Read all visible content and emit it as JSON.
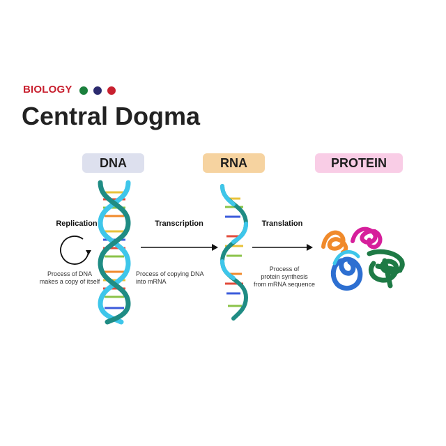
{
  "header": {
    "subject": "BIOLOGY",
    "dots": [
      "#1a7f3c",
      "#2b2a6e",
      "#c8202f"
    ],
    "title": "Central Dogma"
  },
  "stages": {
    "dna": {
      "label": "DNA",
      "color": "#dde0ee"
    },
    "rna": {
      "label": "RNA",
      "color": "#f6d3a0"
    },
    "protein": {
      "label": "PROTEIN",
      "color": "#f9cde6"
    }
  },
  "processes": {
    "replication": {
      "label": "Replication",
      "description": "Process of DNA\nmakes a copy of itself"
    },
    "transcription": {
      "label": "Transcription",
      "description": "Process of copying DNA\ninto mRNA"
    },
    "translation": {
      "label": "Translation",
      "description": "Process of\nprotein synthesis\nfrom mRNA sequence"
    }
  },
  "colors": {
    "strand_dark": "#1f8c84",
    "strand_light": "#3ec6ea",
    "base_pairs": [
      "#e8c23a",
      "#e24b3b",
      "#8bc34a",
      "#f08a2b",
      "#3b5bdb"
    ]
  }
}
